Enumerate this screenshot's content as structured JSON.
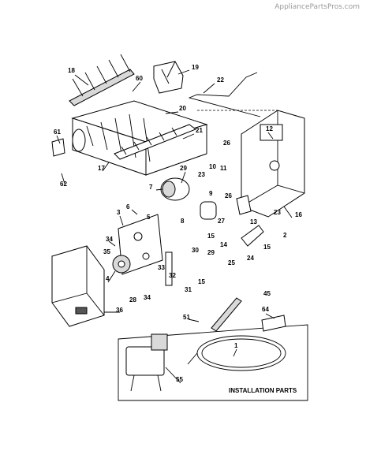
{
  "watermark": "AppliancePartsPros.com",
  "installation_parts_label": "INSTALLATION PARTS",
  "callouts": {
    "c1": "1",
    "c2": "2",
    "c3": "3",
    "c4": "4",
    "c5": "5",
    "c6": "6",
    "c7": "7",
    "c8": "8",
    "c9": "9",
    "c10": "10",
    "c11": "11",
    "c12": "12",
    "c13": "13",
    "c14": "14",
    "c15a": "15",
    "c15b": "15",
    "c15c": "15",
    "c16": "16",
    "c17": "17",
    "c18": "18",
    "c19": "19",
    "c20": "20",
    "c21": "21",
    "c22": "22",
    "c23a": "23",
    "c23b": "23",
    "c24": "24",
    "c25": "25",
    "c26a": "26",
    "c26b": "26",
    "c27": "27",
    "c28": "28",
    "c29a": "29",
    "c29b": "29",
    "c30": "30",
    "c31": "31",
    "c32": "32",
    "c33": "33",
    "c34a": "34",
    "c34b": "34",
    "c35": "35",
    "c36": "36",
    "c45": "45",
    "c51": "51",
    "c55": "55",
    "c60": "60",
    "c61": "61",
    "c62": "62",
    "c64": "64"
  }
}
